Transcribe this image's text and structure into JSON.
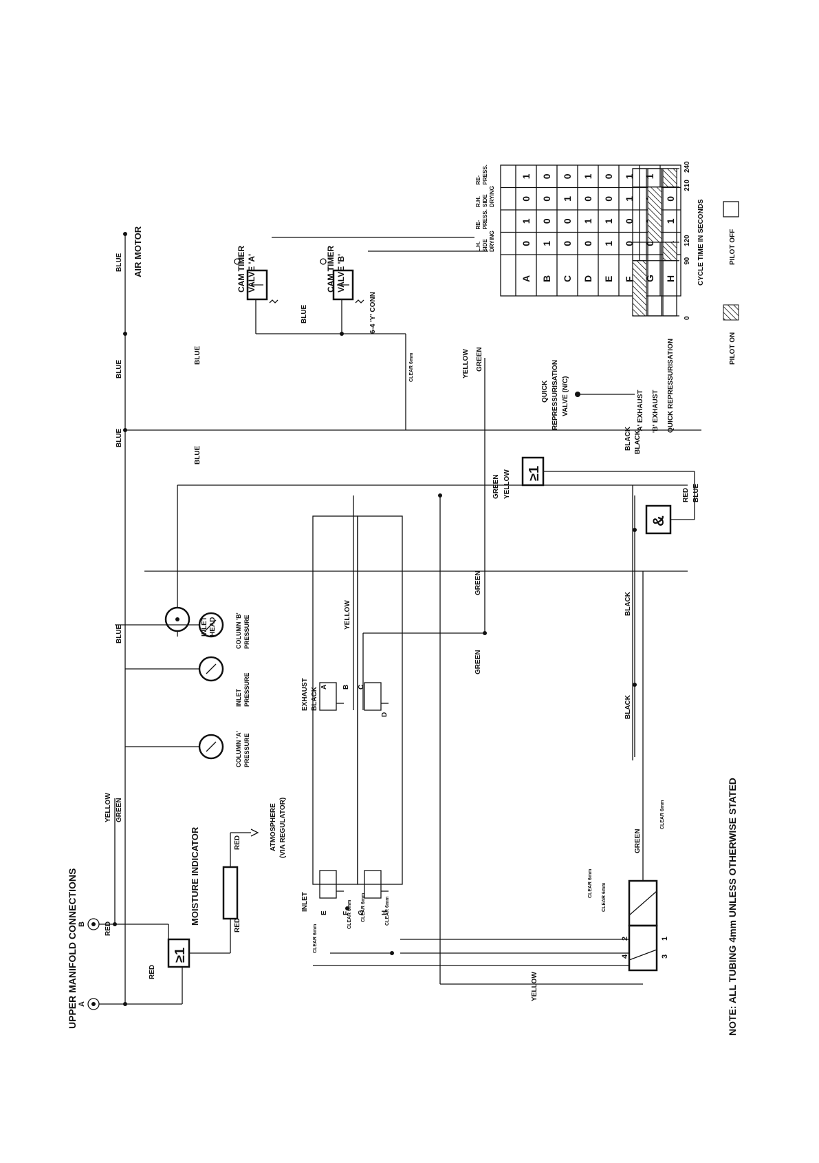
{
  "title": "UPPER MANIFOLD CONNECTIONS",
  "port_a": "A",
  "port_b": "B",
  "moisture_indicator": "MOISTURE INDICATOR",
  "or_symbol": "≥1",
  "and_symbol": "&",
  "gauges": {
    "column_a": [
      "COLUMN 'A'",
      "PRESSURE"
    ],
    "inlet": [
      "INLET",
      "PRESSURE"
    ],
    "column_b": [
      "COLUMN 'B'",
      "PRESSURE"
    ]
  },
  "atmosphere": [
    "ATMOSPHERE",
    "(VIA REGULATOR)"
  ],
  "inlet_head": [
    "INLET",
    "HEAD"
  ],
  "inlet_label": "INLET",
  "exhaust_label": "EXHAUST",
  "air_motor": "AIR MOTOR",
  "cam_timer_a": [
    "CAM TIMER",
    "VALVE 'A'"
  ],
  "cam_timer_b": [
    "CAM TIMER",
    "VALVE 'B'"
  ],
  "y_conn": "6-4 'Y' CONN",
  "quick_repress_valve": [
    "QUICK",
    "REPRESSURISATION",
    "VALVE (N/C)"
  ],
  "tube": {
    "red": "RED",
    "yellow": "YELLOW",
    "green": "GREEN",
    "blue": "BLUE",
    "black": "BLACK",
    "clear": "CLEAR 6mm"
  },
  "valve_ports": [
    "A",
    "B",
    "C",
    "D",
    "E",
    "F",
    "G",
    "H"
  ],
  "spool_ports": [
    "1",
    "2",
    "3",
    "4"
  ],
  "note": "NOTE: ALL TUBING 4mm UNLESS OTHERWISE STATED",
  "table": {
    "headers": [
      [
        "L.H.",
        "SIDE",
        "DRYING"
      ],
      [
        "RE-",
        "PRESS."
      ],
      [
        "R.H.",
        "SIDE",
        "DRYING"
      ],
      [
        "RE-",
        "PRESS."
      ]
    ],
    "rows": [
      {
        "label": "A",
        "values": [
          "0",
          "1",
          "0",
          "1"
        ]
      },
      {
        "label": "B",
        "values": [
          "1",
          "0",
          "0",
          "0"
        ]
      },
      {
        "label": "C",
        "values": [
          "0",
          "0",
          "1",
          "0"
        ]
      },
      {
        "label": "D",
        "values": [
          "0",
          "1",
          "0",
          "1"
        ]
      },
      {
        "label": "E",
        "values": [
          "1",
          "1",
          "0",
          "0"
        ]
      },
      {
        "label": "F",
        "values": [
          "0",
          "0",
          "1",
          "1"
        ]
      },
      {
        "label": "G",
        "values": [
          "0",
          "0",
          "1",
          "1"
        ]
      },
      {
        "label": "H",
        "values": [
          "1",
          "1",
          "0",
          "0"
        ]
      }
    ]
  },
  "timing": {
    "rows": [
      "'A' EXHAUST",
      "'B' EXHAUST",
      "QUICK REPRESSURISATION"
    ],
    "pilot_on_segments": [
      [
        [
          0,
          90
        ]
      ],
      [
        [
          120,
          210
        ]
      ],
      [
        [
          90,
          120
        ],
        [
          210,
          240
        ]
      ]
    ],
    "ticks": [
      "0",
      "90",
      "120",
      "210",
      "240"
    ],
    "tick_values": [
      0,
      90,
      120,
      210,
      240
    ],
    "max": 240,
    "axis_label": "CYCLE TIME IN SECONDS",
    "legend_on": "PILOT ON",
    "legend_off": "PILOT OFF"
  }
}
